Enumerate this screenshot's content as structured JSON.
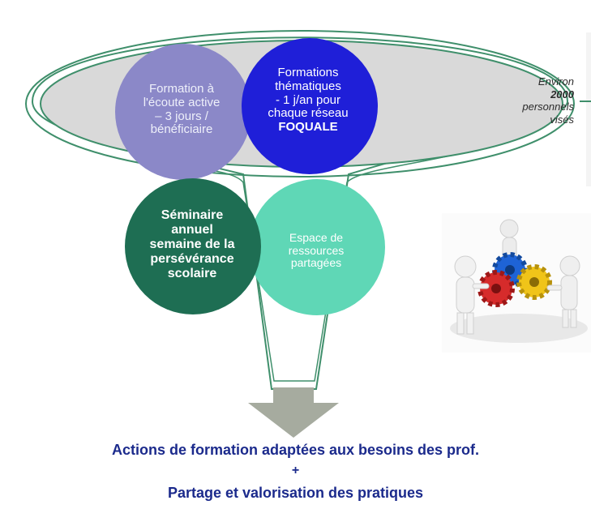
{
  "funnel": {
    "circle_top_left": [
      "Formation à",
      "l'écoute active",
      "– 3 jours /",
      "bénéficiaire"
    ],
    "circle_top_right": {
      "title": [
        "Formations",
        "thématiques"
      ],
      "detail": [
        "- 1 j/an pour",
        "chaque réseau"
      ],
      "network": "FOQUALE"
    },
    "circle_bottom_left": [
      "Séminaire",
      "annuel",
      "semaine de la",
      "persévérance",
      "scolaire"
    ],
    "circle_bottom_right": [
      "Espace de",
      "ressources",
      "partagées"
    ],
    "colors": {
      "lavender": "#8b88c8",
      "royal_blue": "#1f1fd8",
      "dark_green": "#1e6e53",
      "mint": "#5fd7b6",
      "funnel_outline": "#3f8f6b",
      "band_gray": "#d9d9d9",
      "arrow_gray": "#a6ab9f",
      "text_navy": "#1b2a8c"
    }
  },
  "side_note": {
    "line1": "Environ",
    "line2": "2000",
    "line3": "personnels",
    "line4": "visés"
  },
  "illustration": {
    "icon": "teamwork-gears-icon",
    "gear_colors": [
      "#1e63d6",
      "#d62b2b",
      "#f0c419"
    ]
  },
  "conclusion": {
    "line1": "Actions de formation adaptées aux besoins des prof.",
    "plus": "+",
    "line2": "Partage et valorisation des pratiques"
  }
}
